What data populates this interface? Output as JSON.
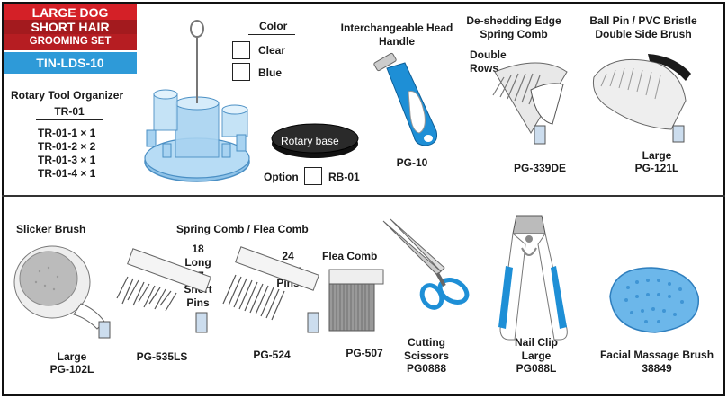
{
  "banner": {
    "line1": "LARGE DOG",
    "line2": "SHORT HAIR",
    "line3": "GROOMING SET",
    "code": "TIN-LDS-10"
  },
  "organizer": {
    "title": "Rotary Tool Organizer",
    "code": "TR-01",
    "parts": [
      "TR-01-1 × 1",
      "TR-01-2 × 2",
      "TR-01-3 × 1",
      "TR-01-4 × 1"
    ]
  },
  "color": {
    "title": "Color",
    "options": [
      "Clear",
      "Blue"
    ]
  },
  "rotary": {
    "label": "Rotary base",
    "option_label": "Option",
    "option_code": "RB-01"
  },
  "products_top": [
    {
      "name": "Interchangeable Head\nHandle",
      "code": "PG-10"
    },
    {
      "name": "De-shedding Edge\nSpring Comb",
      "note": "Double\nRows",
      "code": "PG-339DE"
    },
    {
      "name": "Ball Pin / PVC Bristle\nDouble Side Brush",
      "size": "Large",
      "code": "PG-121L"
    }
  ],
  "products_bottom": {
    "slicker": {
      "name": "Slicker Brush",
      "size": "Large",
      "code": "PG-102L"
    },
    "spring_heading": "Spring Comb / Flea Comb",
    "comb535": {
      "note": "18\nLong\n17\nShort\nPins",
      "code": "PG-535LS"
    },
    "comb524": {
      "note": "24\nLong\nPins",
      "code": "PG-524"
    },
    "flea": {
      "name": "Flea Comb",
      "code": "PG-507"
    },
    "scissors": {
      "name": "Cutting\nScissors",
      "code": "PG0888"
    },
    "nailclip": {
      "name": "Nail Clip\nLarge",
      "code": "PG088L"
    },
    "massage": {
      "name": "Facial Massage Brush",
      "code": "38849"
    }
  },
  "colors": {
    "red": "#d42027",
    "blue": "#2e9ad8",
    "accent_blue": "#1e8fd6"
  }
}
